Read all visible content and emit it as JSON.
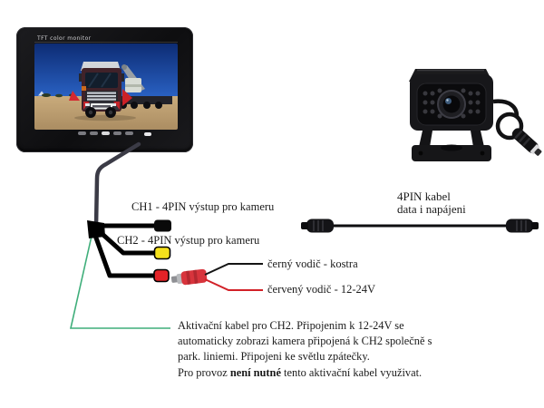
{
  "monitor": {
    "osd_label": "TFT color monitor"
  },
  "extension_cable": {
    "label_line1": "4PIN kabel",
    "label_line2": "data i napájeni"
  },
  "channels": {
    "ch1_label": "CH1 - 4PIN výstup pro kameru",
    "ch2_label": "CH2 - 4PIN výstup pro kameru"
  },
  "power_wires": {
    "black_label": "černý vodič - kostra",
    "red_label": "červený vodič - 12-24V"
  },
  "activation_note": {
    "line1": "Aktivační kabel pro CH2. Připojenim k 12-24V se",
    "line2": "automaticky zobrazi kamera připojená k CH2 společně s",
    "line3": "park. liniemi. Připojeni ke světlu zpátečky.",
    "line4_prefix": "Pro provoz ",
    "line4_bold": "není nutné",
    "line4_suffix": " tento aktivační kabel využivat."
  },
  "colors": {
    "ch1_connector": "#0a0a0a",
    "ch2_connector": "#f5e11c",
    "activation_connector": "#e32227",
    "green_line": "#3fae7a",
    "black_wire": "#141414",
    "red_wire": "#d22128"
  }
}
